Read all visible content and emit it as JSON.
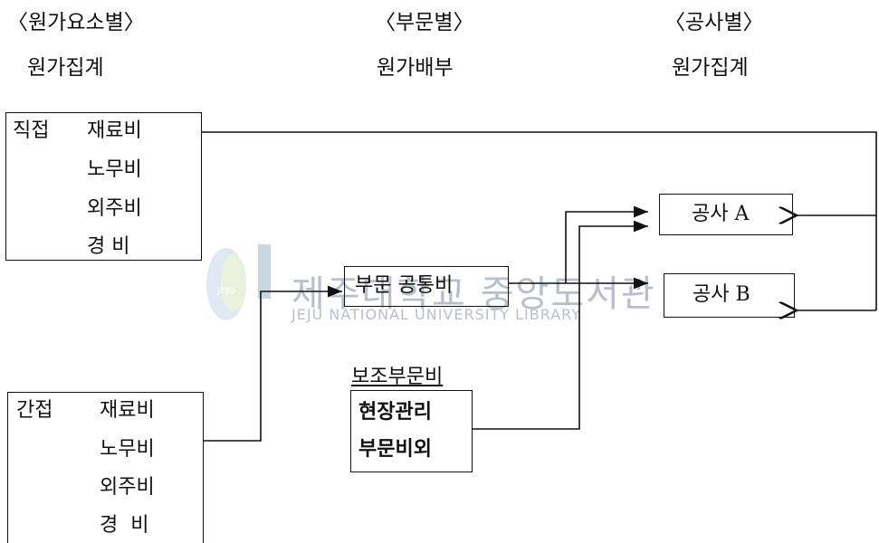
{
  "headers": {
    "col1_title": "〈원가요소별〉",
    "col1_sub": "원가집계",
    "col2_title": "〈부문별〉",
    "col2_sub": "원가배부",
    "col3_title": "〈공사별〉",
    "col3_sub": "원가집계"
  },
  "direct": {
    "label": "직접",
    "items": [
      "재료비",
      "노무비",
      "외주비",
      "경  비"
    ]
  },
  "indirect": {
    "label": "간접",
    "items": [
      "재료비",
      "노무비",
      "외주비",
      "경  비"
    ]
  },
  "dept_common": {
    "label": "부문 공통비"
  },
  "aux": {
    "title": "보조부문비",
    "line1": "현장관리",
    "line2": "부문비외"
  },
  "projects": {
    "a": "공사 A",
    "b": "공사 B"
  },
  "watermark": {
    "ko": "제주대학교 중앙도서관",
    "en": "JEJU NATIONAL UNIVERSITY LIBRARY",
    "seal": "JEJU"
  }
}
